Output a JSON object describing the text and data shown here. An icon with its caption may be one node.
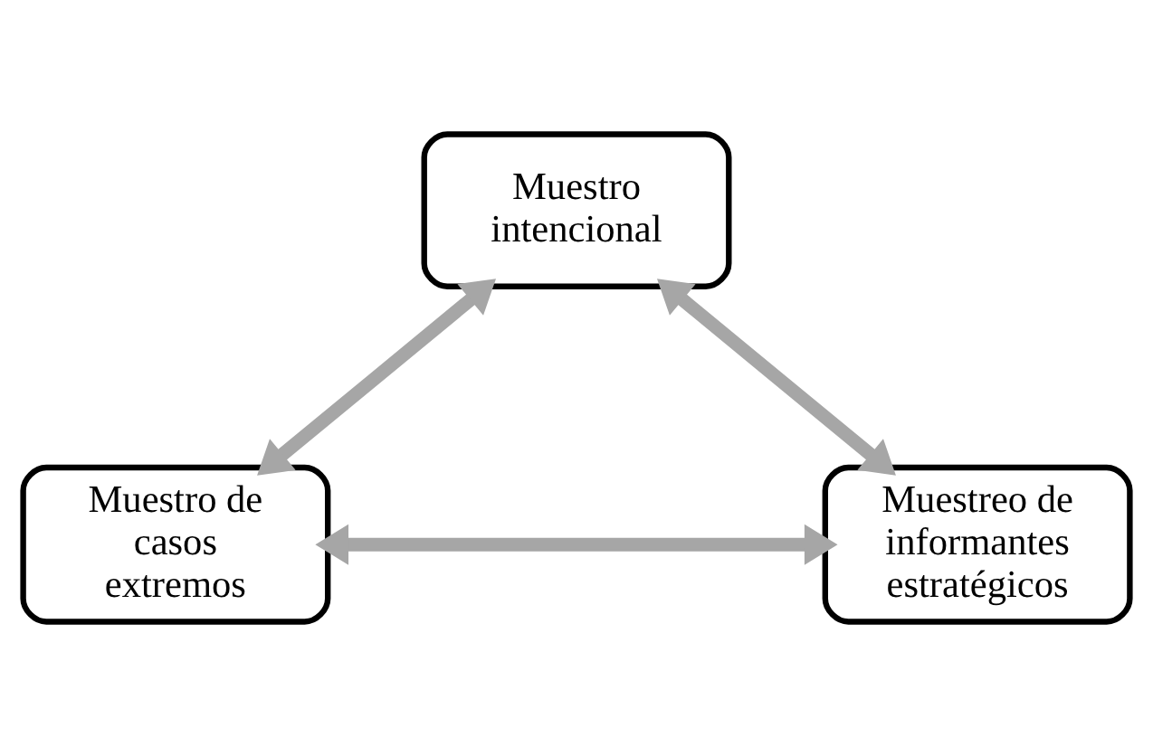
{
  "diagram": {
    "nodes": [
      {
        "text": [
          "Muestro intencional"
        ]
      },
      {
        "text": [
          "Muestro de casos extremos"
        ]
      },
      {
        "text": [
          "Muestreo de informantes estratégicos"
        ]
      }
    ],
    "edges": [
      {
        "from": 0,
        "to": 1,
        "arrow": "both"
      },
      {
        "from": 0,
        "to": 2,
        "arrow": "both"
      },
      {
        "from": 1,
        "to": 2,
        "arrow": "both"
      }
    ]
  }
}
